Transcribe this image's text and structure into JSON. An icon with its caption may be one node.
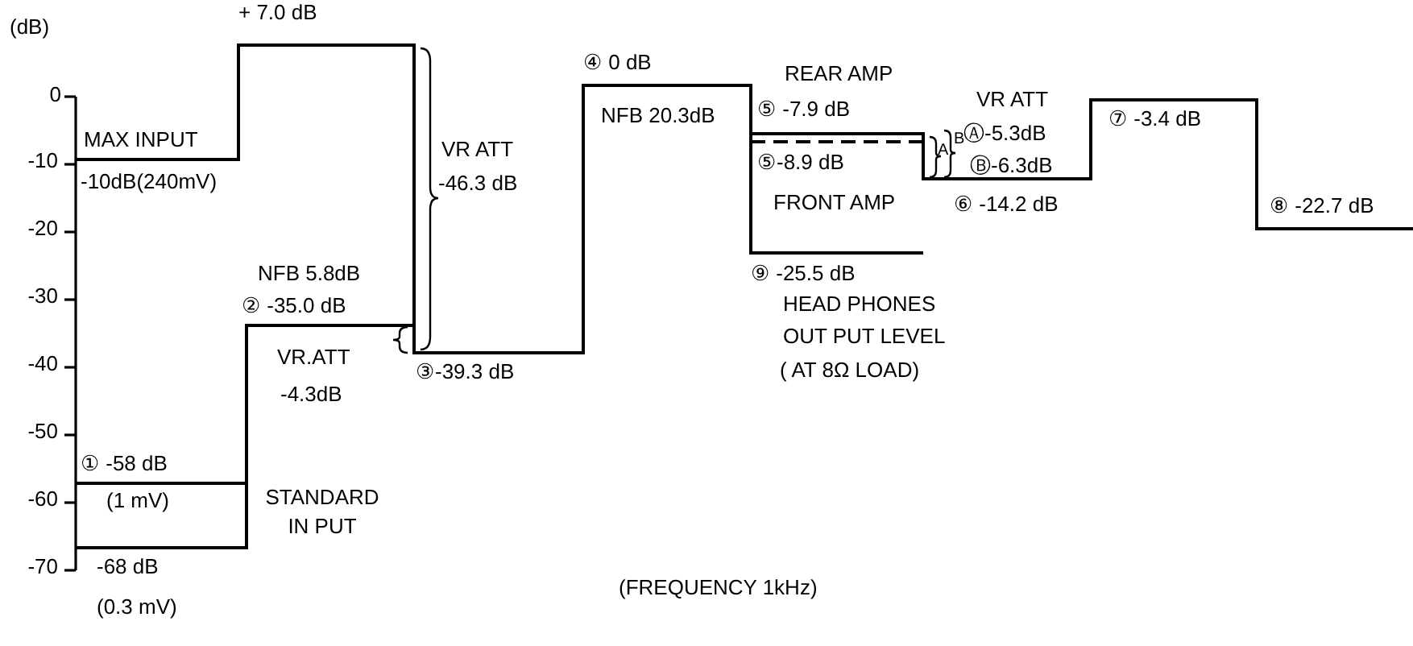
{
  "diagram": {
    "labels": [
      "(dB)",
      "0",
      "-10",
      "-20",
      "-30",
      "-40",
      "-50",
      "-60",
      "-70",
      "+ 7.0 dB",
      "MAX INPUT",
      "-10dB(240mV)",
      "① -58 dB",
      "(1 mV)",
      "-68 dB",
      "(0.3 mV)",
      "NFB 5.8dB",
      "② -35.0 dB",
      "VR.ATT",
      "-4.3dB",
      "STANDARD IN PUT",
      "VR ATT",
      "-46.3 dB",
      "③-39.3 dB",
      "④ 0 dB",
      "NFB 20.3dB",
      "REAR AMP",
      "⑤ -7.9 dB",
      "⑤-8.9 dB",
      "FRONT AMP",
      "⑨ -25.5 dB",
      "HEAD PHONES",
      "OUT PUT LEVEL",
      "( AT 8Ω LOAD)",
      "VR ATT",
      "Ⓐ-5.3dB",
      "Ⓑ-6.3dB",
      "A",
      "B",
      "⑥ -14.2 dB",
      "⑦ -3.4 dB",
      "⑧ -22.7 dB",
      "(FREQUENCY 1kHz)"
    ]
  }
}
